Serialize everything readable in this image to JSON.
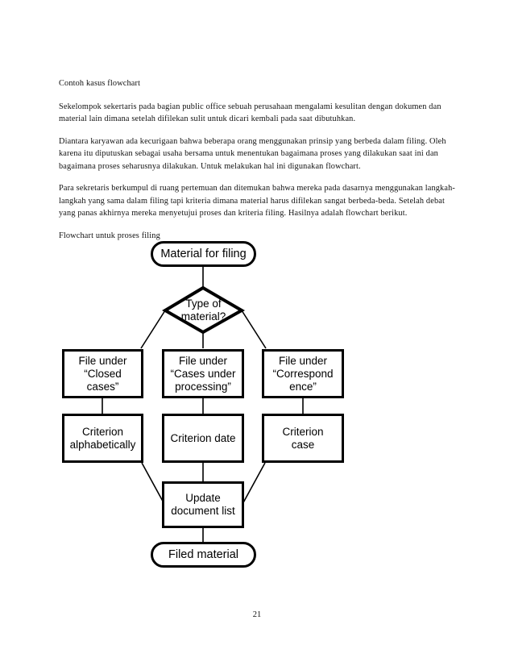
{
  "document": {
    "paragraphs": [
      "Contoh kasus flowchart",
      "Sekelompok sekertaris pada bagian public office sebuah perusahaan mengalami kesulitan dengan dokumen dan material lain dimana setelah difilekan sulit untuk dicari kembali pada saat dibutuhkan.",
      "Diantara karyawan ada kecurigaan bahwa beberapa orang menggunakan prinsip yang berbeda dalam filing. Oleh karena itu diputuskan sebagai usaha bersama untuk menentukan bagaimana proses yang dilakukan saat ini dan bagaimana proses seharusnya dilakukan. Untuk melakukan hal ini digunakan flowchart.",
      "Para sekretaris berkumpul di ruang pertemuan dan ditemukan bahwa mereka pada dasarnya menggunakan langkah-langkah yang sama dalam filing tapi kriteria dimana material harus difilekan sangat berbeda-beda. Setelah debat yang panas akhirnya mereka menyetujui proses dan kriteria filing. Hasilnya adalah flowchart berikut.",
      "Flowchart untuk proses filing"
    ],
    "page_number": "21"
  },
  "flowchart": {
    "title": "Flowchart untuk proses filing",
    "nodes": {
      "start": {
        "label": "Material for filing",
        "shape": "terminator"
      },
      "decision": {
        "label": "Type of\nmaterial?",
        "shape": "diamond"
      },
      "file_closed": {
        "label": "File under\n“Closed\ncases”",
        "shape": "process"
      },
      "file_cases": {
        "label": "File under\n“Cases under\nprocessing”",
        "shape": "process"
      },
      "file_correspondence": {
        "label": "File under\n“Correspond\nence”",
        "shape": "process"
      },
      "criterion_alpha": {
        "label": "Criterion\nalphabetically",
        "shape": "process"
      },
      "criterion_date": {
        "label": "Criterion date",
        "shape": "process"
      },
      "criterion_case": {
        "label": "Criterion\ncase",
        "shape": "process"
      },
      "update": {
        "label": "Update\ndocument list",
        "shape": "process"
      },
      "end": {
        "label": "Filed material",
        "shape": "terminator"
      }
    },
    "colors": {
      "stroke": "#000000",
      "fill": "#ffffff",
      "connector": "#000000"
    }
  }
}
